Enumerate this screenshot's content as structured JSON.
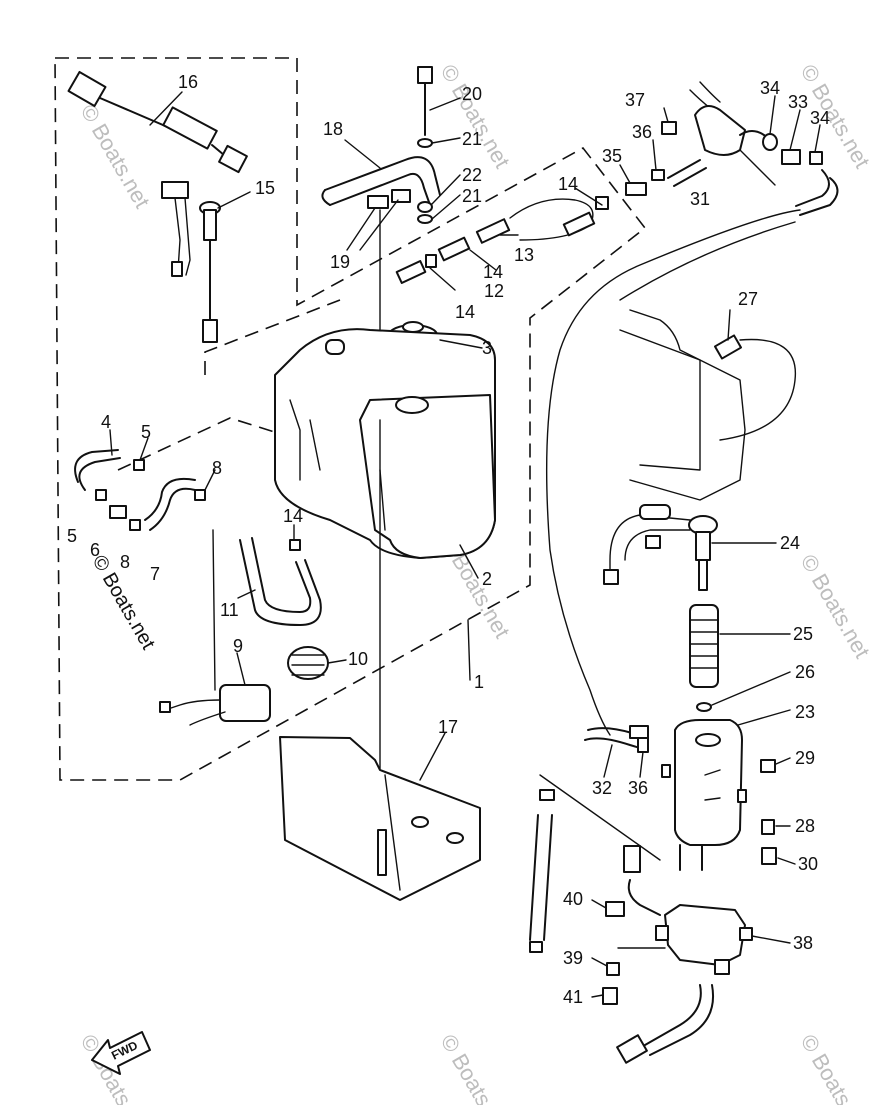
{
  "callouts": [
    {
      "id": "c1",
      "text": "1"
    },
    {
      "id": "c2",
      "text": "2"
    },
    {
      "id": "c3",
      "text": "3"
    },
    {
      "id": "c4",
      "text": "4"
    },
    {
      "id": "c5a",
      "text": "5"
    },
    {
      "id": "c5b",
      "text": "5"
    },
    {
      "id": "c6",
      "text": "6"
    },
    {
      "id": "c7",
      "text": "7"
    },
    {
      "id": "c8a",
      "text": "8"
    },
    {
      "id": "c8b",
      "text": "8"
    },
    {
      "id": "c9",
      "text": "9"
    },
    {
      "id": "c10",
      "text": "10"
    },
    {
      "id": "c11",
      "text": "11"
    },
    {
      "id": "c12",
      "text": "12"
    },
    {
      "id": "c13",
      "text": "13"
    },
    {
      "id": "c14a",
      "text": "14"
    },
    {
      "id": "c14b",
      "text": "14"
    },
    {
      "id": "c14c",
      "text": "14"
    },
    {
      "id": "c14d",
      "text": "14"
    },
    {
      "id": "c15",
      "text": "15"
    },
    {
      "id": "c16",
      "text": "16"
    },
    {
      "id": "c17",
      "text": "17"
    },
    {
      "id": "c18",
      "text": "18"
    },
    {
      "id": "c19",
      "text": "19"
    },
    {
      "id": "c20",
      "text": "20"
    },
    {
      "id": "c21a",
      "text": "21"
    },
    {
      "id": "c21b",
      "text": "21"
    },
    {
      "id": "c22",
      "text": "22"
    },
    {
      "id": "c23",
      "text": "23"
    },
    {
      "id": "c24",
      "text": "24"
    },
    {
      "id": "c25",
      "text": "25"
    },
    {
      "id": "c26",
      "text": "26"
    },
    {
      "id": "c27",
      "text": "27"
    },
    {
      "id": "c28",
      "text": "28"
    },
    {
      "id": "c29",
      "text": "29"
    },
    {
      "id": "c30",
      "text": "30"
    },
    {
      "id": "c31",
      "text": "31"
    },
    {
      "id": "c32",
      "text": "32"
    },
    {
      "id": "c33",
      "text": "33"
    },
    {
      "id": "c34a",
      "text": "34"
    },
    {
      "id": "c34b",
      "text": "34"
    },
    {
      "id": "c35",
      "text": "35"
    },
    {
      "id": "c36a",
      "text": "36"
    },
    {
      "id": "c36b",
      "text": "36"
    },
    {
      "id": "c37",
      "text": "37"
    },
    {
      "id": "c38",
      "text": "38"
    },
    {
      "id": "c39",
      "text": "39"
    },
    {
      "id": "c40",
      "text": "40"
    },
    {
      "id": "c41",
      "text": "41"
    }
  ],
  "watermark": "© Boats.net",
  "fwd_arrow": "FWD",
  "colors": {
    "ink": "#111111",
    "watermark": "#bdbdbd",
    "background": "#ffffff"
  }
}
